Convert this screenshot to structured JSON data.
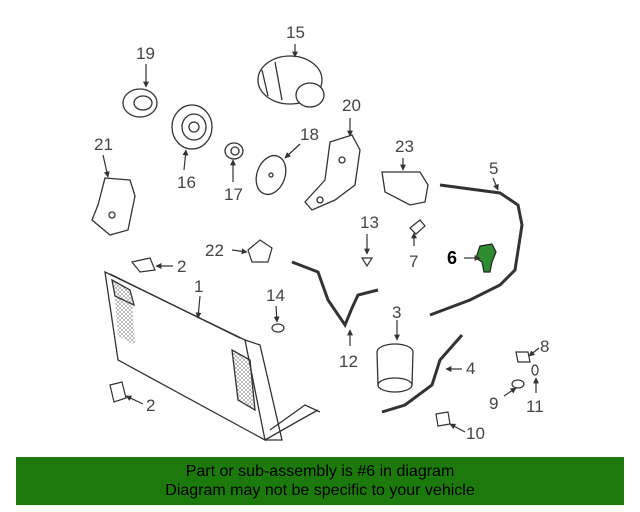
{
  "callouts": {
    "c1": "1",
    "c2a": "2",
    "c2b": "2",
    "c3": "3",
    "c4": "4",
    "c5": "5",
    "c6": "6",
    "c7": "7",
    "c8": "8",
    "c9": "9",
    "c10": "10",
    "c11": "11",
    "c12": "12",
    "c13": "13",
    "c14": "14",
    "c15": "15",
    "c16": "16",
    "c17": "17",
    "c18": "18",
    "c19": "19",
    "c20": "20",
    "c21": "21",
    "c22": "22",
    "c23": "23"
  },
  "highlighted_part": "6",
  "colors": {
    "banner": "#1c7a0c",
    "highlight": "#2e8b2e",
    "line": "#333333"
  },
  "banner": {
    "line1": "Part or sub-assembly is #6 in diagram",
    "line2": "Diagram may not be specific to your vehicle"
  }
}
